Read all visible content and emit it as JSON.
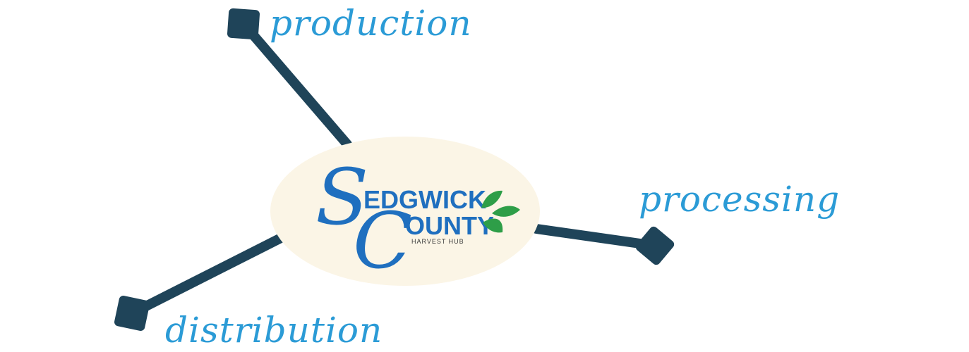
{
  "diagram": {
    "nodes": [
      {
        "id": "production",
        "label": "production"
      },
      {
        "id": "processing",
        "label": "processing"
      },
      {
        "id": "distribution",
        "label": "distribution"
      }
    ],
    "center_logo": {
      "initial_s": "S",
      "word1_rest": "EDGWICK",
      "initial_c": "C",
      "word2_rest": "OUNTY",
      "subtitle": "HARVEST HUB"
    },
    "colors": {
      "spoke": "#1f4459",
      "label": "#2b9bd6",
      "hub_fill": "#fbf5e6",
      "logo_blue": "#1f6fbf",
      "leaf_green": "#2e9e48"
    }
  }
}
